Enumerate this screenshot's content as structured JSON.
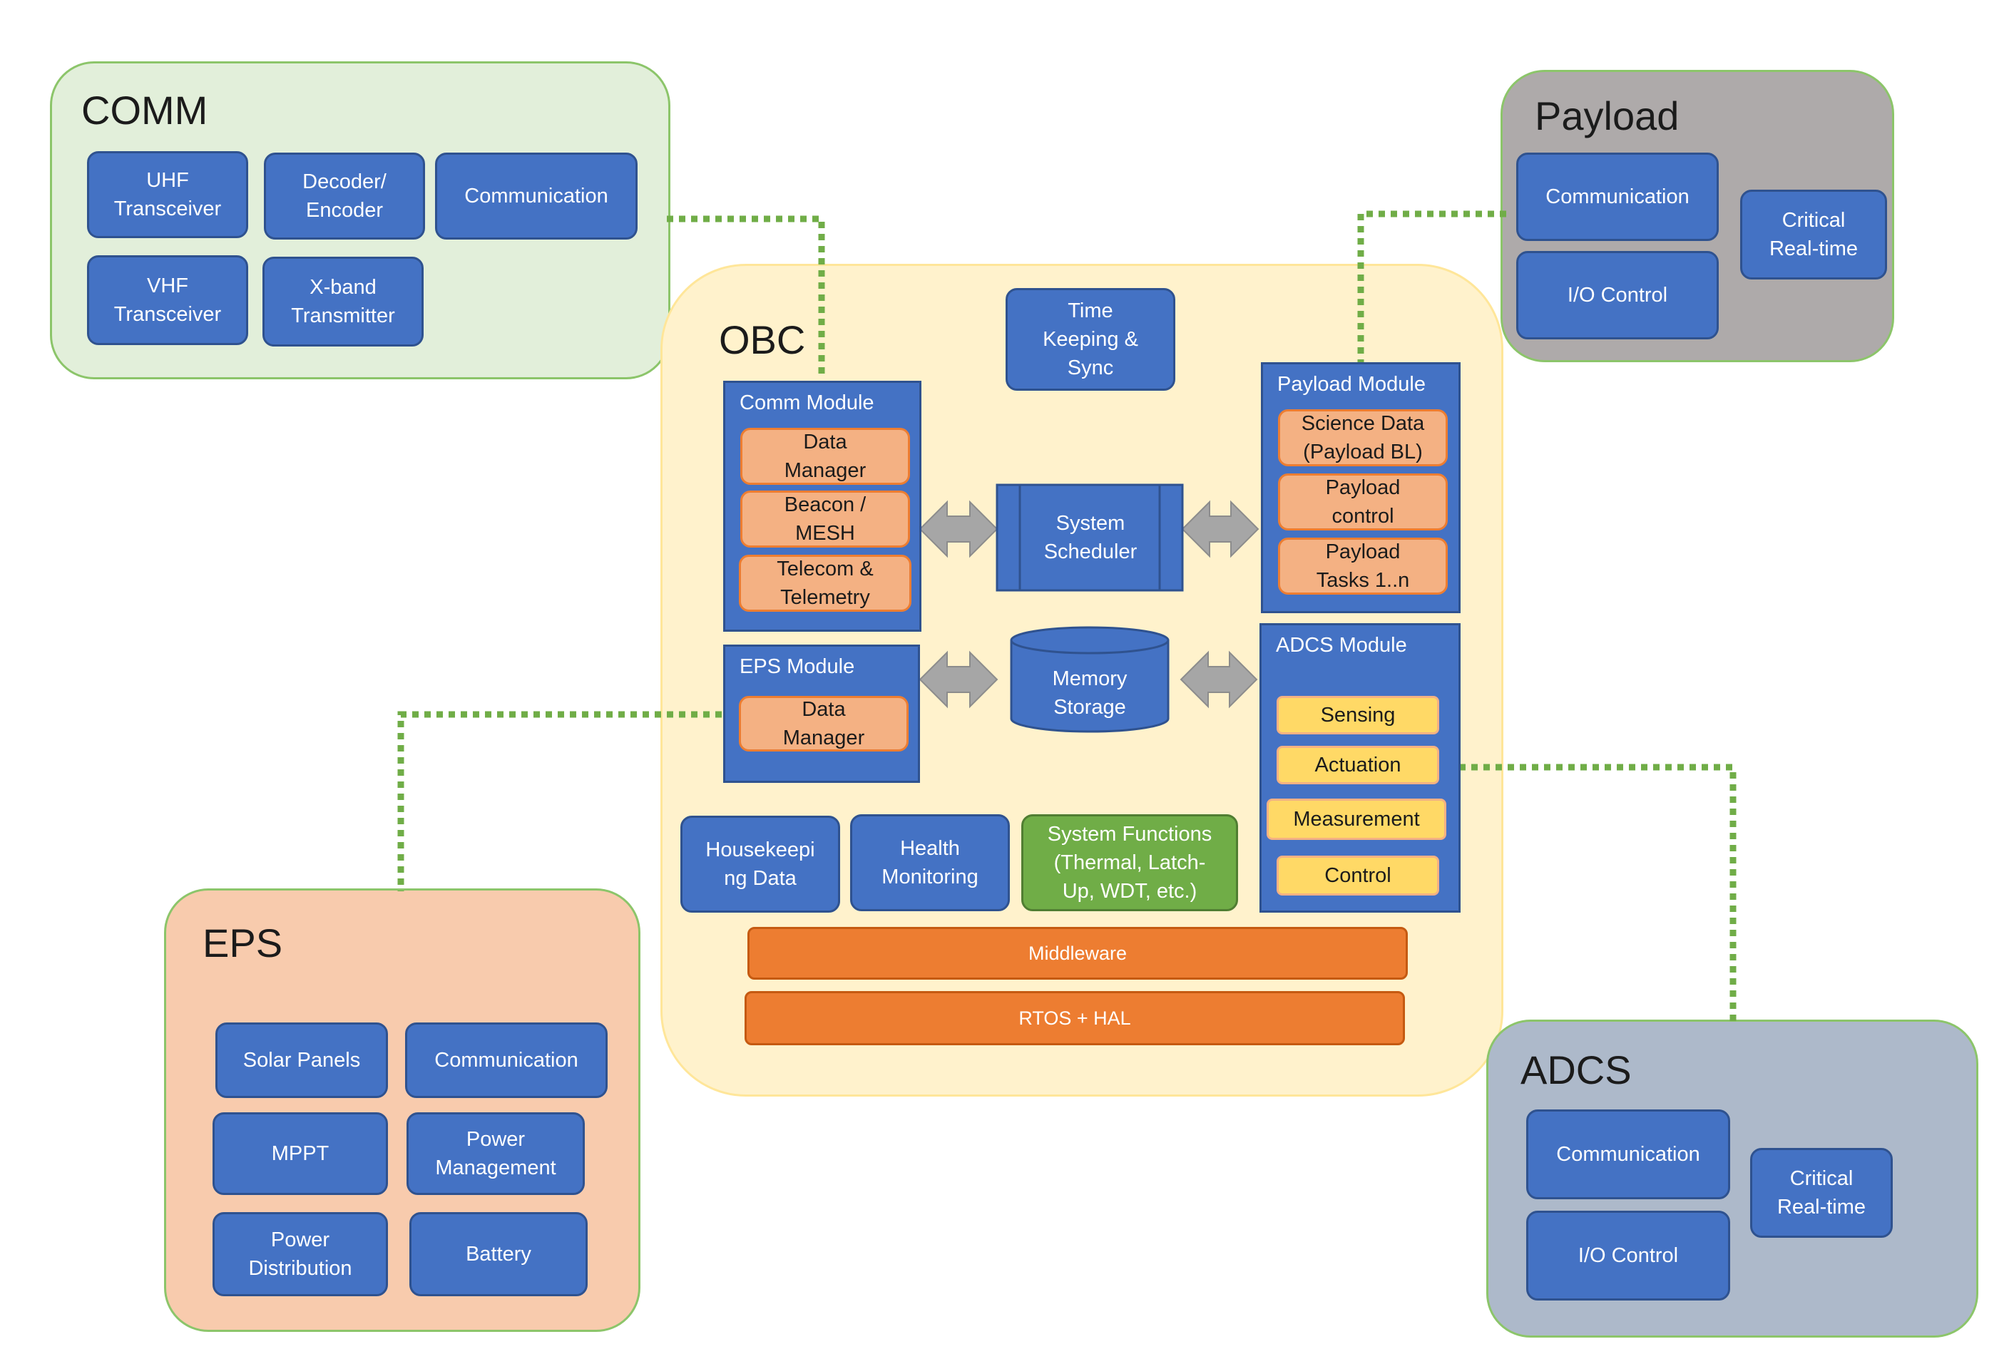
{
  "comm": {
    "title": "COMM",
    "uhf": "UHF\nTransceiver",
    "decoder": "Decoder/\nEncoder",
    "communication": "Communication",
    "vhf": "VHF\nTransceiver",
    "xband": "X-band\nTransmitter"
  },
  "payload": {
    "title": "Payload",
    "communication": "Communication",
    "io_control": "I/O Control",
    "critical": "Critical\nReal-time"
  },
  "obc": {
    "title": "OBC",
    "time_keeping": "Time\nKeeping &\nSync",
    "comm_module": {
      "title": "Comm Module",
      "data_manager": "Data\nManager",
      "beacon": "Beacon /\nMESH",
      "telecom": "Telecom &\nTelemetry"
    },
    "system_scheduler": "System\nScheduler",
    "payload_module": {
      "title": "Payload Module",
      "science_data": "Science Data\n(Payload BL)",
      "payload_control": "Payload\ncontrol",
      "payload_tasks": "Payload\nTasks 1..n"
    },
    "eps_module": {
      "title": "EPS Module",
      "data_manager": "Data\nManager"
    },
    "memory_storage": "Memory\nStorage",
    "adcs_module": {
      "title": "ADCS Module",
      "sensing": "Sensing",
      "actuation": "Actuation",
      "measurement": "Measurement",
      "control": "Control"
    },
    "housekeeping": "Housekeepi\nng Data",
    "health_monitoring": "Health\nMonitoring",
    "system_functions": "System Functions\n(Thermal, Latch-\nUp, WDT, etc.)",
    "middleware": "Middleware",
    "rtos": "RTOS + HAL"
  },
  "eps": {
    "title": "EPS",
    "solar_panels": "Solar Panels",
    "communication": "Communication",
    "mppt": "MPPT",
    "power_management": "Power\nManagement",
    "power_distribution": "Power\nDistribution",
    "battery": "Battery"
  },
  "adcs": {
    "title": "ADCS",
    "communication": "Communication",
    "io_control": "I/O Control",
    "critical": "Critical\nReal-time"
  },
  "colors": {
    "comm_region": "#e2efda",
    "payload_region": "#aeaaaa",
    "obc_region": "#fff2cc",
    "eps_region": "#f8cbad",
    "adcs_region": "#adb9ca",
    "block_blue": "#4472c4",
    "connector_green": "#70ad47",
    "arrow_gray": "#a6a6a6"
  }
}
